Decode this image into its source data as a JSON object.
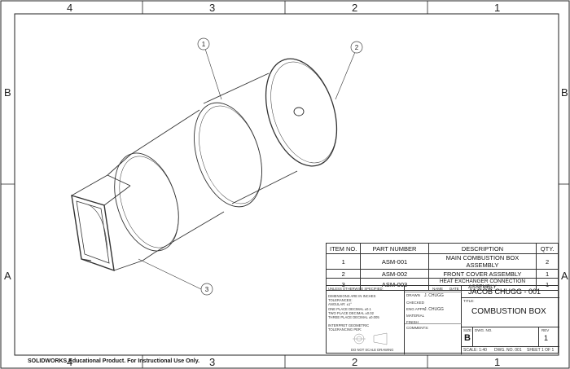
{
  "zones": {
    "top": [
      "4",
      "3",
      "2",
      "1"
    ],
    "bottom": [
      "4",
      "3",
      "2",
      "1"
    ],
    "left": [
      "B",
      "A"
    ],
    "right": [
      "B",
      "A"
    ]
  },
  "balloons": [
    "1",
    "2",
    "3"
  ],
  "bom": {
    "headers": [
      "ITEM NO.",
      "PART NUMBER",
      "DESCRIPTION",
      "QTY."
    ],
    "rows": [
      [
        "1",
        "ASM-001",
        "MAIN COMBUSTION BOX ASSEMBLY",
        "2"
      ],
      [
        "2",
        "ASM-002",
        "FRONT COVER ASSEMBLY",
        "1"
      ],
      [
        "3",
        "ASM-003",
        "HEAT EXCHANGER CONNECTION ASSEMBLY",
        "1"
      ]
    ]
  },
  "title_block": {
    "spec_note": "UNLESS OTHERWISE SPECIFIED:",
    "tolerance_lines": [
      "DIMENSIONS ARE IN INCHES",
      "TOLERANCES:",
      "ANGULAR: ±1°",
      "ONE PLACE DECIMAL  ±0.1",
      "TWO PLACE DECIMAL  ±0.02",
      "THREE PLACE DECIMAL  ±0.005"
    ],
    "geo_note": [
      "INTERPRET GEOMETRIC",
      "TOLERANCING PER:"
    ],
    "scale_note": "DO NOT SCALE DRAWING",
    "name_hdr": "NAME",
    "date_hdr": "DATE",
    "roles": [
      "DRAWN",
      "CHECKED",
      "ENG APPR.",
      "MATERIAL",
      "FINISH",
      "COMMENTS:"
    ],
    "names": [
      "J. CHUGG",
      "",
      "J. CHUGG",
      "",
      "",
      ""
    ],
    "company": "JACOB CHUGG - 001",
    "title_label": "TITLE:",
    "title": "COMBUSTION BOX",
    "size_label": "SIZE",
    "dwg_label": "DWG.  NO.",
    "rev_label": "REV",
    "size": "B",
    "rev": "1",
    "scale": "SCALE: 1:40",
    "dwg_no": "DWG. NO. 001",
    "sheet": "SHEET 1 OF 1"
  },
  "watermark": "SOLIDWORKS Educational Product. For Instructional Use Only."
}
